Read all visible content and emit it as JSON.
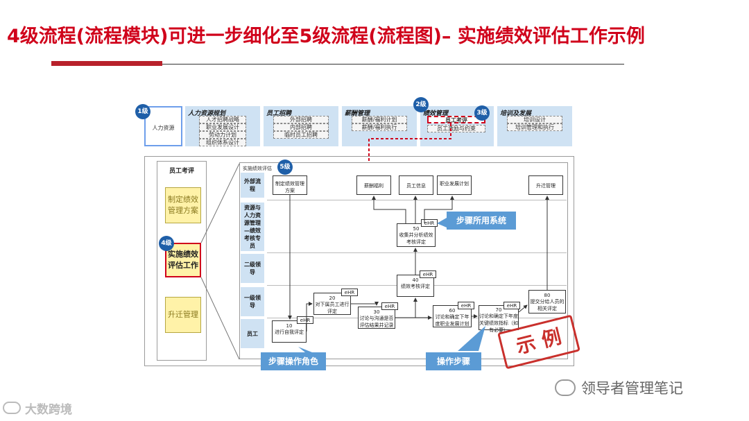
{
  "title": "4级流程(流程模块)可进一步细化至5级流程(流程图)– 实施绩效评估工作示例",
  "badges": {
    "b1": "1级",
    "b2": "2级",
    "b3": "3级",
    "b4": "4级",
    "b5": "5级"
  },
  "level1": {
    "hr": "人力资源",
    "groups": [
      {
        "title": "人力资源规划",
        "items": [
          "人才招聘战略",
          "职业发展设计",
          "劳动力计划",
          "组织体系设计"
        ]
      },
      {
        "title": "员工招聘",
        "items": [
          "外部招聘",
          "内部招聘",
          "临时员工招聘"
        ]
      },
      {
        "title": "薪酬管理",
        "items": [
          "薪酬/福利计划",
          "薪酬/福利执行"
        ]
      },
      {
        "title": "绩效管理",
        "items": [
          "员工考评",
          "员工激励与约束"
        ]
      },
      {
        "title": "培训及发展",
        "items": [
          "培训设计",
          "培训管理和执行"
        ]
      }
    ]
  },
  "left_panel": {
    "title": "员工考评",
    "steps": [
      "制定绩效管理方案",
      "实施绩效评估工作",
      "升迁管理"
    ]
  },
  "flow": {
    "header": "实施绩效评估",
    "lanes": [
      "外部流程",
      "资源与人力资源管理—绩效考核专员",
      "二级领导",
      "一级领导",
      "员工"
    ],
    "external": [
      "制定绩效管理方案",
      "薪酬福利",
      "员工信息",
      "职业发展计划",
      "升迁管理"
    ],
    "nodes": [
      {
        "num": "10",
        "text": "进行自我评定"
      },
      {
        "num": "20",
        "text": "对下属员工进行评定"
      },
      {
        "num": "30",
        "text": "讨论与沟通是否评估结果并记录"
      },
      {
        "num": "40",
        "text": "绩效考核评定"
      },
      {
        "num": "50",
        "text": "收集并分析绩效考核评定"
      },
      {
        "num": "60",
        "text": "讨论和确定下年度职业发展计划"
      },
      {
        "num": "70",
        "text": "讨论和确定下年度关键绩效指标（如有必要）"
      },
      {
        "num": "80",
        "text": "提交分给人员的相关评定"
      }
    ],
    "ehr": "eHR"
  },
  "callouts": {
    "system": "步骤所用系统",
    "role": "步骤操作角色",
    "step": "操作步骤"
  },
  "stamp": "示 例",
  "watermark_right": "领导者管理笔记",
  "watermark_left": "大数跨境"
}
